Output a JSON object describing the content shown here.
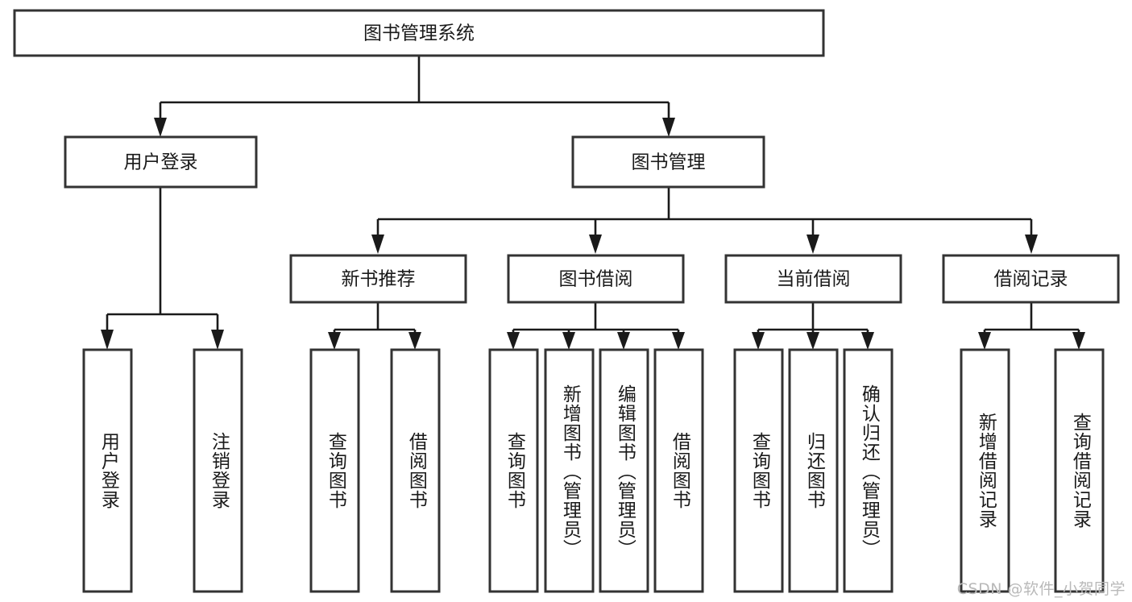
{
  "diagram": {
    "title": "图书管理系统",
    "type": "tree-hierarchy-diagram",
    "colors": {
      "box_stroke": "#333333",
      "box_fill": "#ffffff",
      "connector": "#1a1a1a",
      "text": "#1a1a1a",
      "watermark": "#b9b9b9",
      "background": "#ffffff"
    },
    "root": {
      "label": "图书管理系统",
      "orientation": "horizontal"
    },
    "level2": [
      {
        "id": "user-login",
        "label": "用户登录",
        "orientation": "horizontal"
      },
      {
        "id": "book-management",
        "label": "图书管理",
        "orientation": "horizontal"
      }
    ],
    "level3": [
      {
        "id": "new-book-recommend",
        "label": "新书推荐",
        "orientation": "horizontal"
      },
      {
        "id": "book-borrow",
        "label": "图书借阅",
        "orientation": "horizontal"
      },
      {
        "id": "current-borrow",
        "label": "当前借阅",
        "orientation": "horizontal"
      },
      {
        "id": "borrow-record",
        "label": "借阅记录",
        "orientation": "horizontal"
      }
    ],
    "leaves": [
      {
        "id": "leaf-user-login",
        "label": "用户登录",
        "parent": "user-login",
        "orientation": "vertical"
      },
      {
        "id": "leaf-logout-login",
        "label": "注销登录",
        "parent": "user-login",
        "orientation": "vertical"
      },
      {
        "id": "leaf-query-book-1",
        "label": "查询图书",
        "parent": "new-book-recommend",
        "orientation": "vertical"
      },
      {
        "id": "leaf-borrow-book-1",
        "label": "借阅图书",
        "parent": "new-book-recommend",
        "orientation": "vertical"
      },
      {
        "id": "leaf-query-book-2",
        "label": "查询图书",
        "parent": "book-borrow",
        "orientation": "vertical"
      },
      {
        "id": "leaf-add-book",
        "label": "新增图书（管理员）",
        "parent": "book-borrow",
        "orientation": "vertical"
      },
      {
        "id": "leaf-edit-book",
        "label": "编辑图书（管理员）",
        "parent": "book-borrow",
        "orientation": "vertical"
      },
      {
        "id": "leaf-borrow-book-2",
        "label": "借阅图书",
        "parent": "book-borrow",
        "orientation": "vertical"
      },
      {
        "id": "leaf-query-book-3",
        "label": "查询图书",
        "parent": "current-borrow",
        "orientation": "vertical"
      },
      {
        "id": "leaf-return-book",
        "label": "归还图书",
        "parent": "current-borrow",
        "orientation": "vertical"
      },
      {
        "id": "leaf-confirm-return",
        "label": "确认归还（管理员）",
        "parent": "current-borrow",
        "orientation": "vertical"
      },
      {
        "id": "leaf-add-record",
        "label": "新增借阅记录",
        "parent": "borrow-record",
        "orientation": "vertical"
      },
      {
        "id": "leaf-query-record",
        "label": "查询借阅记录",
        "parent": "borrow-record",
        "orientation": "vertical"
      }
    ],
    "watermark": "CSDN @软件_小贺同学"
  }
}
